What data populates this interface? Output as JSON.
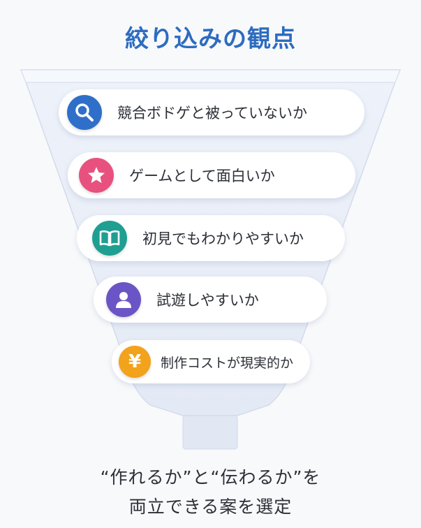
{
  "title": "絞り込みの観点",
  "criteria": [
    {
      "label": "競合ボドゲと被っていないか",
      "icon": "search-icon",
      "color": "#2f6fc9"
    },
    {
      "label": "ゲームとして面白いか",
      "icon": "star-icon",
      "color": "#e8517f"
    },
    {
      "label": "初見でもわかりやすいか",
      "icon": "book-icon",
      "color": "#1f9f91"
    },
    {
      "label": "試遊しやすいか",
      "icon": "person-icon",
      "color": "#6b55c6"
    },
    {
      "label": "制作コストが現実的か",
      "icon": "yen-icon",
      "color": "#f3a21c"
    }
  ],
  "conclusion": {
    "line1": "“作れるか”と“伝わるか”を",
    "line2": "両立できる案を選定"
  }
}
